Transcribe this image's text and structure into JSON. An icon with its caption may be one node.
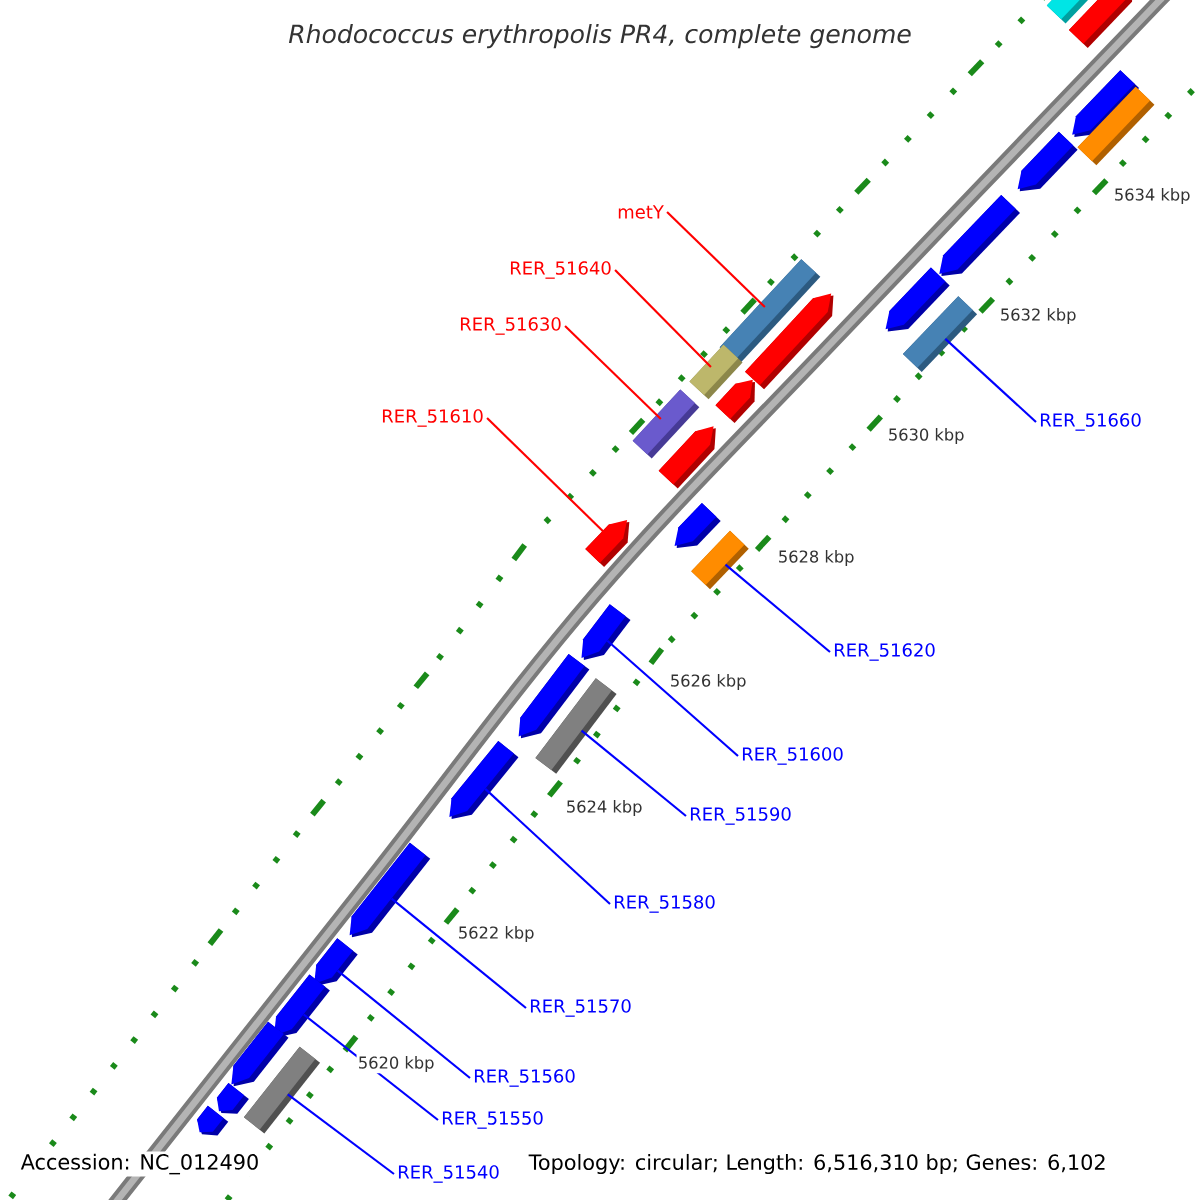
{
  "diagram": {
    "title": "Rhodococcus erythropolis PR4, complete genome",
    "nodes": [
      {
        "text": [
          "metY"
        ]
      },
      {
        "text": [],
        "shape": "box"
      },
      {
        "text": [
          "RER_51640"
        ]
      },
      {
        "text": [],
        "shape": "box"
      },
      {
        "text": [
          "RER_51630"
        ]
      },
      {
        "text": [],
        "shape": "box"
      },
      {
        "text": [
          "RER_51610"
        ]
      },
      {
        "text": [],
        "shape": "pentagon"
      },
      {
        "text": [
          "RER_51660"
        ]
      },
      {
        "text": [],
        "shape": "box"
      },
      {
        "text": [
          "RER_51620"
        ]
      },
      {
        "text": [],
        "shape": "box"
      },
      {
        "text": [
          "RER_51600"
        ]
      },
      {
        "text": [],
        "shape": "pentagon"
      },
      {
        "text": [
          "RER_51590"
        ]
      },
      {
        "text": [],
        "shape": "box"
      },
      {
        "text": [
          "RER_51580"
        ]
      },
      {
        "text": [],
        "shape": "pentagon"
      },
      {
        "text": [
          "RER_51570"
        ]
      },
      {
        "text": [],
        "shape": "pentagon"
      },
      {
        "text": [
          "RER_51560"
        ]
      },
      {
        "text": [],
        "shape": "pentagon"
      },
      {
        "text": [
          "RER_51550"
        ]
      },
      {
        "text": [],
        "shape": "pentagon"
      },
      {
        "text": [
          "RER_51540"
        ]
      },
      {
        "text": [],
        "shape": "box"
      },
      {
        "text": [],
        "shape": "box"
      },
      {
        "text": [],
        "shape": "pentagon"
      },
      {
        "text": [],
        "shape": "pentagon"
      },
      {
        "text": [],
        "shape": "box"
      },
      {
        "text": [],
        "shape": "pentagon"
      },
      {
        "text": [],
        "shape": "pentagon"
      },
      {
        "text": [],
        "shape": "pentagon"
      },
      {
        "text": [],
        "shape": "pentagon"
      },
      {
        "text": [],
        "shape": "pentagon"
      },
      {
        "text": [],
        "shape": "pentagon"
      },
      {
        "text": [],
        "shape": "pentagon"
      },
      {
        "text": [],
        "shape": "pentagon"
      },
      {
        "text": [],
        "shape": "pentagon"
      },
      {
        "text": [],
        "shape": "pentagon"
      },
      {
        "text": [],
        "shape": "pentagon"
      }
    ],
    "edges": [
      {
        "from": 0,
        "to": 1,
        "arrow": "none",
        "color": "#ff0000"
      },
      {
        "from": 2,
        "to": 3,
        "arrow": "none",
        "color": "#ff0000"
      },
      {
        "from": 4,
        "to": 5,
        "arrow": "none",
        "color": "#ff0000"
      },
      {
        "from": 6,
        "to": 7,
        "arrow": "none",
        "color": "#ff0000"
      },
      {
        "from": 8,
        "to": 9,
        "arrow": "none"
      },
      {
        "from": 10,
        "to": 11,
        "arrow": "none"
      },
      {
        "from": 12,
        "to": 13,
        "arrow": "none"
      },
      {
        "from": 14,
        "to": 15,
        "arrow": "none"
      },
      {
        "from": 16,
        "to": 17,
        "arrow": "none"
      },
      {
        "from": 18,
        "to": 19,
        "arrow": "none"
      },
      {
        "from": 20,
        "to": 21,
        "arrow": "none"
      },
      {
        "from": 22,
        "to": 23,
        "arrow": "none"
      },
      {
        "from": 24,
        "to": 25,
        "arrow": "none"
      }
    ],
    "labels": [
      "5634 kbp",
      "5632 kbp",
      "5630 kbp",
      "5628 kbp",
      "5626 kbp",
      "5624 kbp",
      "5622 kbp",
      "5620 kbp",
      "Accession: NC_012490",
      "Topology: circular; Length: 6,516,310 bp; Genes: 6,102"
    ]
  }
}
